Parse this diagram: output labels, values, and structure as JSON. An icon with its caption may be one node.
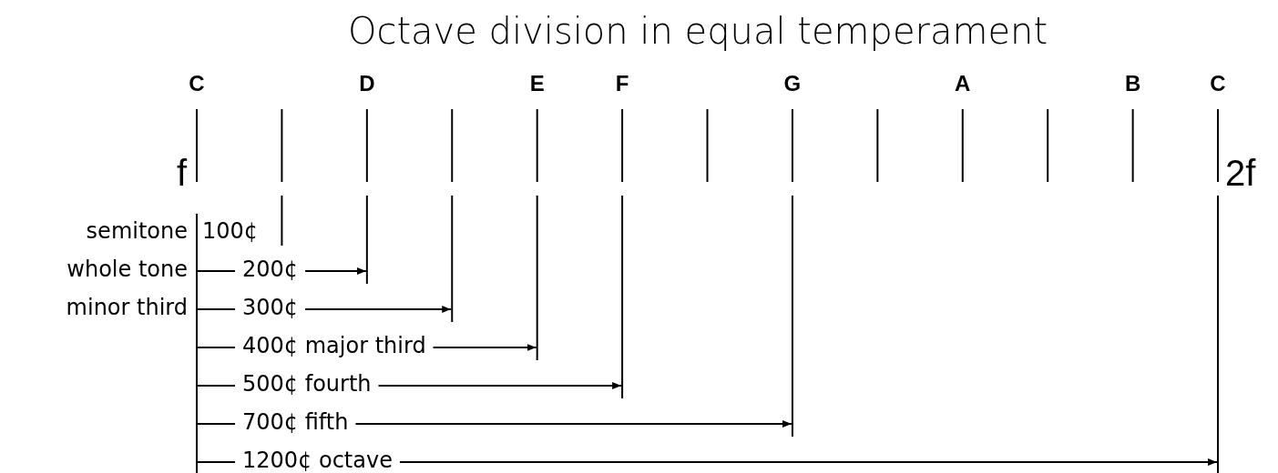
{
  "diagram": {
    "title": "Octave division in equal temperament",
    "labels": [
      "C",
      "D",
      "E",
      "F",
      "G",
      "A",
      "B",
      "C",
      "f",
      "2f",
      "semitone",
      "100¢",
      "whole tone",
      "200¢",
      "minor third",
      "300¢",
      "400¢ major third",
      "500¢ fourth",
      "700¢ fifth",
      "1200¢ octave"
    ]
  }
}
